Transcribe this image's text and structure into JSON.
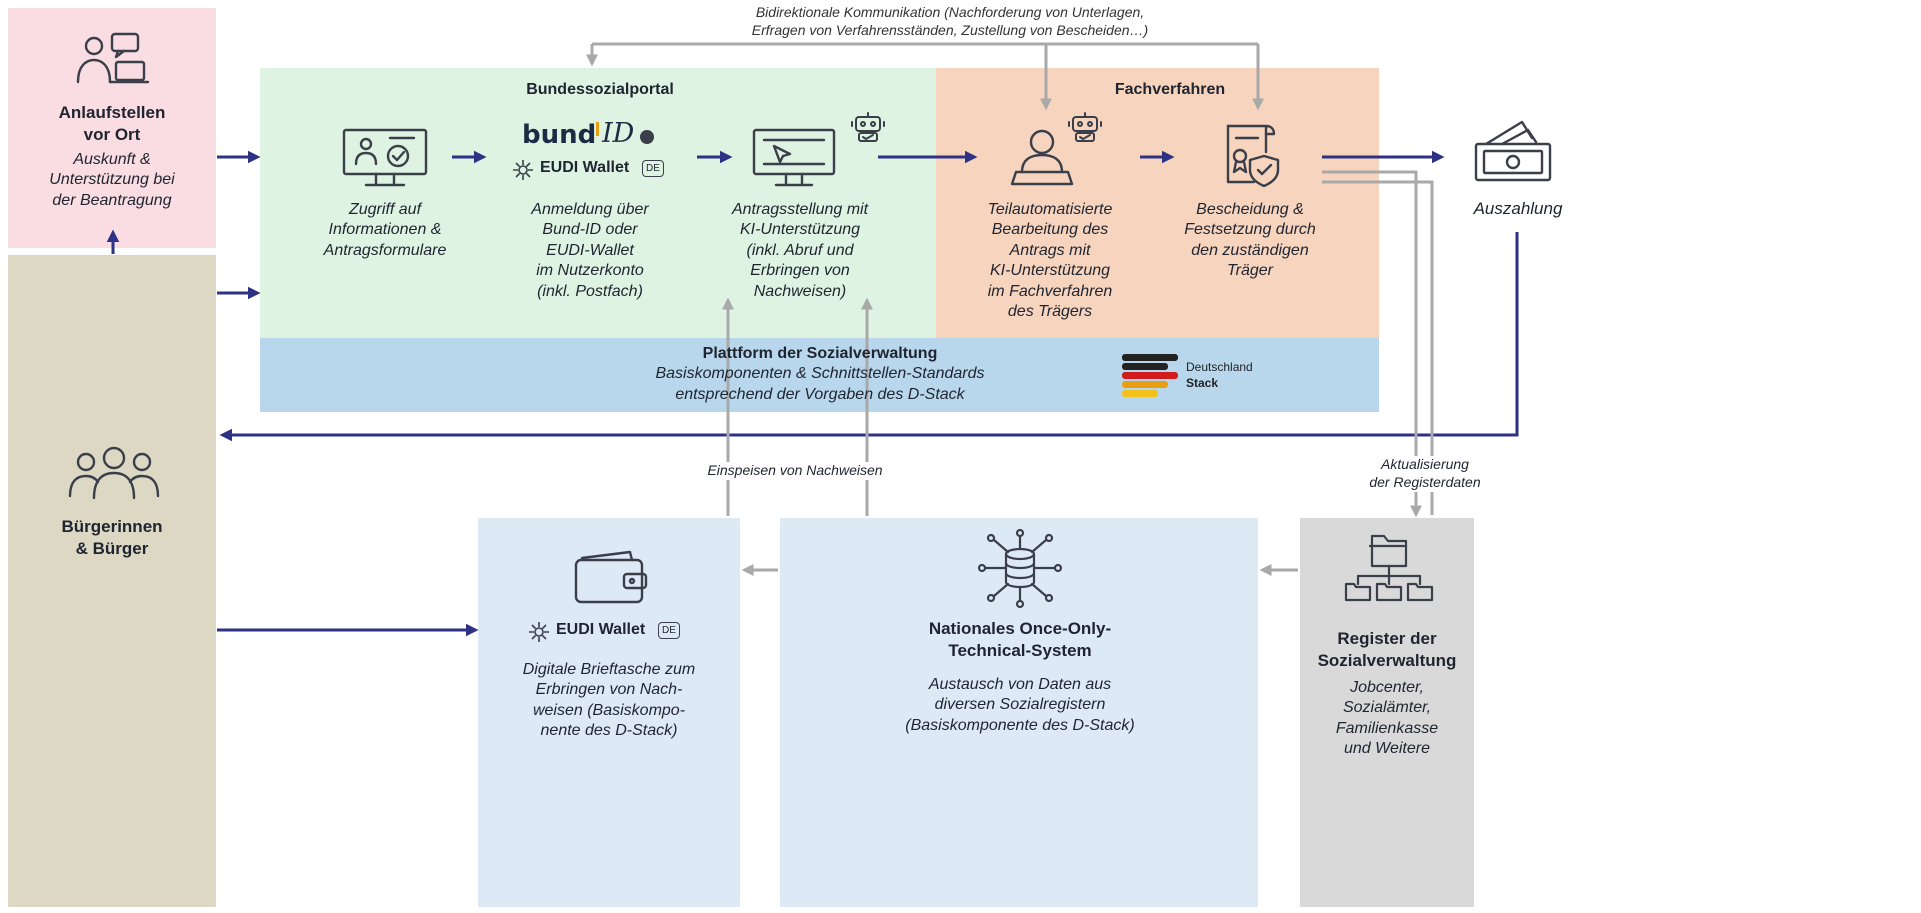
{
  "top_note": {
    "line1": "Bidirektionale Kommunikation (Nachforderung von Unterlagen,",
    "line2": "Erfragen von Verfahrensständen, Zustellung von Bescheiden…)"
  },
  "anlaufstellen": {
    "title1": "Anlaufstellen",
    "title2": "vor Ort",
    "desc1": "Auskunft &",
    "desc2": "Unterstützung bei",
    "desc3": "der Beantragung"
  },
  "buerger": {
    "title1": "Bürgerinnen",
    "title2": "& Bürger"
  },
  "bundessozialportal": {
    "title": "Bundessozialportal",
    "zugriff": [
      "Zugriff auf",
      "Informationen &",
      "Antragsformulare"
    ],
    "anmeldung": [
      "Anmeldung über",
      "Bund-ID oder",
      "EUDI-Wallet",
      "im Nutzerkonto",
      "(inkl. Postfach)"
    ],
    "antrag": [
      "Antragsstellung mit",
      "KI-Unterstützung",
      "(inkl. Abruf und",
      "Erbringen von",
      "Nachweisen)"
    ],
    "bund_logo": "bund",
    "bund_logo_id": "ID",
    "eudi_logo": "EUDI Wallet",
    "eudi_badge": "DE"
  },
  "fachverfahren": {
    "title": "Fachverfahren",
    "bearbeitung": [
      "Teilautomatisierte",
      "Bearbeitung des",
      "Antrags mit",
      "KI-Unterstützung",
      "im Fachverfahren",
      "des Trägers"
    ],
    "bescheid": [
      "Bescheidung &",
      "Festsetzung durch",
      "den zuständigen",
      "Träger"
    ]
  },
  "auszahlung": {
    "label": "Auszahlung"
  },
  "plattform": {
    "title": "Plattform der Sozialverwaltung",
    "line1": "Basiskomponenten & Schnittstellen-Standards",
    "line2": "entsprechend der Vorgaben des D-Stack",
    "logo1": "Deutschland",
    "logo2": "Stack"
  },
  "einspeisen": {
    "label": "Einspeisen von Nachweisen"
  },
  "aktualisierung": {
    "line1": "Aktualisierung",
    "line2": "der Registerdaten"
  },
  "wallet": {
    "logo": "EUDI Wallet",
    "badge": "DE",
    "desc": [
      "Digitale Brieftasche zum",
      "Erbringen von Nach-",
      "weisen (Basiskompo-",
      "nente des D-Stack)"
    ]
  },
  "ootss": {
    "title1": "Nationales Once-Only-",
    "title2": "Technical-System",
    "desc": [
      "Austausch von Daten aus",
      "diversen Sozialregistern",
      "(Basiskomponente des D-Stack)"
    ]
  },
  "register": {
    "title1": "Register der",
    "title2": "Sozialverwaltung",
    "desc": [
      "Jobcenter,",
      "Sozialämter,",
      "Familienkasse",
      "und Weitere"
    ]
  },
  "colors": {
    "pink": "#f9dde2",
    "khaki": "#dcd8c4",
    "green": "#dff3e3",
    "orange": "#f7d4be",
    "blue": "#b8d7ec",
    "lightblue": "#ddeaf6",
    "grey": "#d9d9d9",
    "navy": "#2d3284",
    "arrowgrey": "#a9a9a9",
    "ink": "#3a3f4a"
  }
}
